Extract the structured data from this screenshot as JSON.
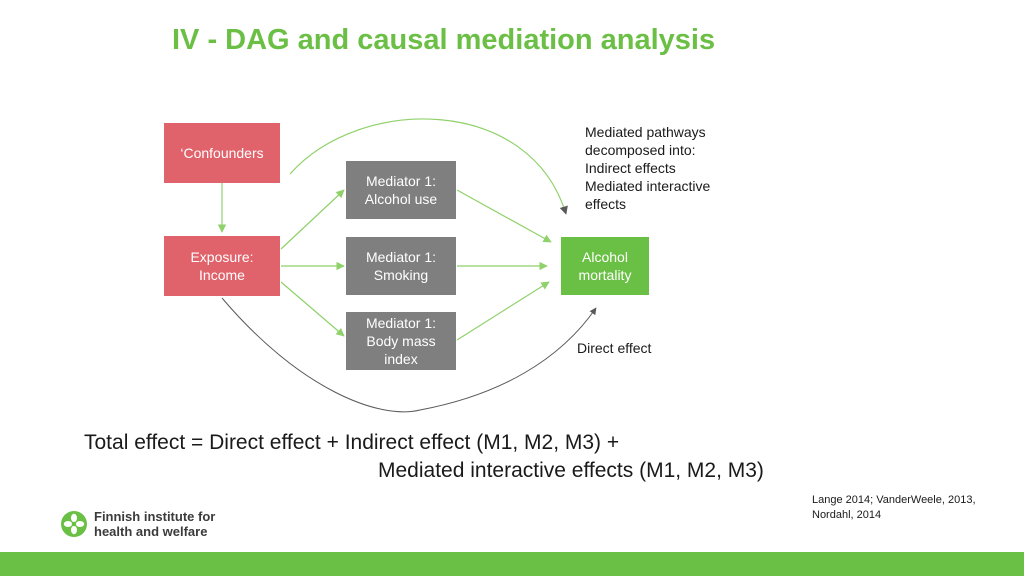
{
  "title": "IV - DAG and causal mediation analysis",
  "nodes": {
    "confounders": "‘Confounders",
    "exposure": "Exposure:\nIncome",
    "mediator_alcohol": "Mediator 1:\nAlcohol use",
    "mediator_smoking": "Mediator 1:\nSmoking",
    "mediator_bmi": "Mediator 1:\nBody mass\nindex",
    "outcome": "Alcohol\nmortality"
  },
  "annotations": {
    "mediated_pathways": "Mediated pathways\ndecomposed into:\nIndirect effects\nMediated interactive\neffects",
    "direct_effect": "Direct effect"
  },
  "formula": {
    "line1": "Total effect = Direct effect + Indirect effect (M1, M2, M3) +",
    "line2": "Mediated interactive effects (M1, M2, M3)"
  },
  "references": "Lange 2014; VanderWeele, 2013,\nNordahl, 2014",
  "logo": {
    "text": "Finnish institute for\nhealth and welfare"
  },
  "colors": {
    "accent_green": "#6ac044",
    "confounder_exposure_red": "#e0626a",
    "mediator_gray": "#7f7f7f",
    "arrow_green": "#8fd16a",
    "curve_gray": "#595959"
  }
}
